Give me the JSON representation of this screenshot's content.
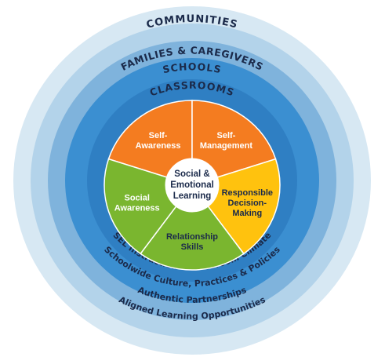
{
  "rings": {
    "communities": "COMMUNITIES",
    "families": "FAMILIES & CAREGIVERS",
    "schools": "SCHOOLS",
    "classrooms": "CLASSROOMS"
  },
  "bottom_arcs": {
    "sel_instruction": "SEL Instruction & Classroom Climate",
    "schoolwide": "Schoolwide Culture, Practices & Policies",
    "partnerships": "Authentic Partnerships",
    "aligned": "Aligned Learning Opportunities"
  },
  "center": {
    "line1": "Social &",
    "line2": "Emotional",
    "line3": "Learning"
  },
  "segments": [
    {
      "id": "self-awareness",
      "lines": [
        "Self-",
        "Awareness"
      ],
      "color": "#f47c20",
      "text_color": "#ffffff"
    },
    {
      "id": "self-management",
      "lines": [
        "Self-",
        "Management"
      ],
      "color": "#f47c20",
      "text_color": "#ffffff"
    },
    {
      "id": "responsible-decision-making",
      "lines": [
        "Responsible",
        "Decision-",
        "Making"
      ],
      "color": "#ffc20e",
      "text_color": "#1b2a4a"
    },
    {
      "id": "relationship-skills",
      "lines": [
        "Relationship",
        "Skills"
      ],
      "color": "#7ab62f",
      "text_color": "#1b2a4a"
    },
    {
      "id": "social-awareness",
      "lines": [
        "Social",
        "Awareness"
      ],
      "color": "#7ab62f",
      "text_color": "#ffffff"
    }
  ],
  "colors": {
    "communities": "#d7e8f3",
    "families": "#b3d3ea",
    "schools": "#7fb3dc",
    "classrooms": "#3b8fd1",
    "inner": "#2f7fc3",
    "center": "#ffffff"
  }
}
